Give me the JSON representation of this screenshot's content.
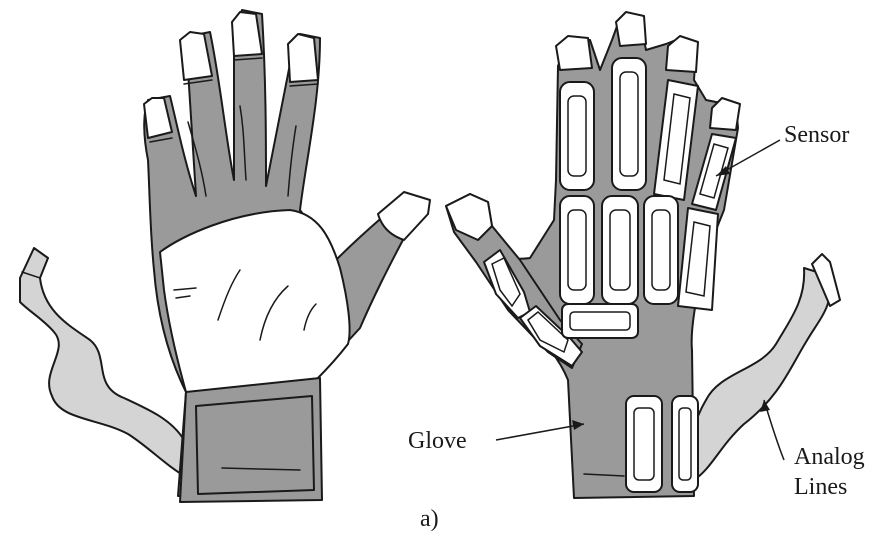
{
  "figure": {
    "labels": {
      "sensor": "Sensor",
      "glove": "Glove",
      "analog_line1": "Analog",
      "analog_line2": "Lines",
      "panel": "a)"
    },
    "colors": {
      "glove_fill": "#9a9a9a",
      "palm_fill": "#ffffff",
      "cable_fill": "#d4d4d4",
      "outline": "#1a1a1a"
    }
  }
}
